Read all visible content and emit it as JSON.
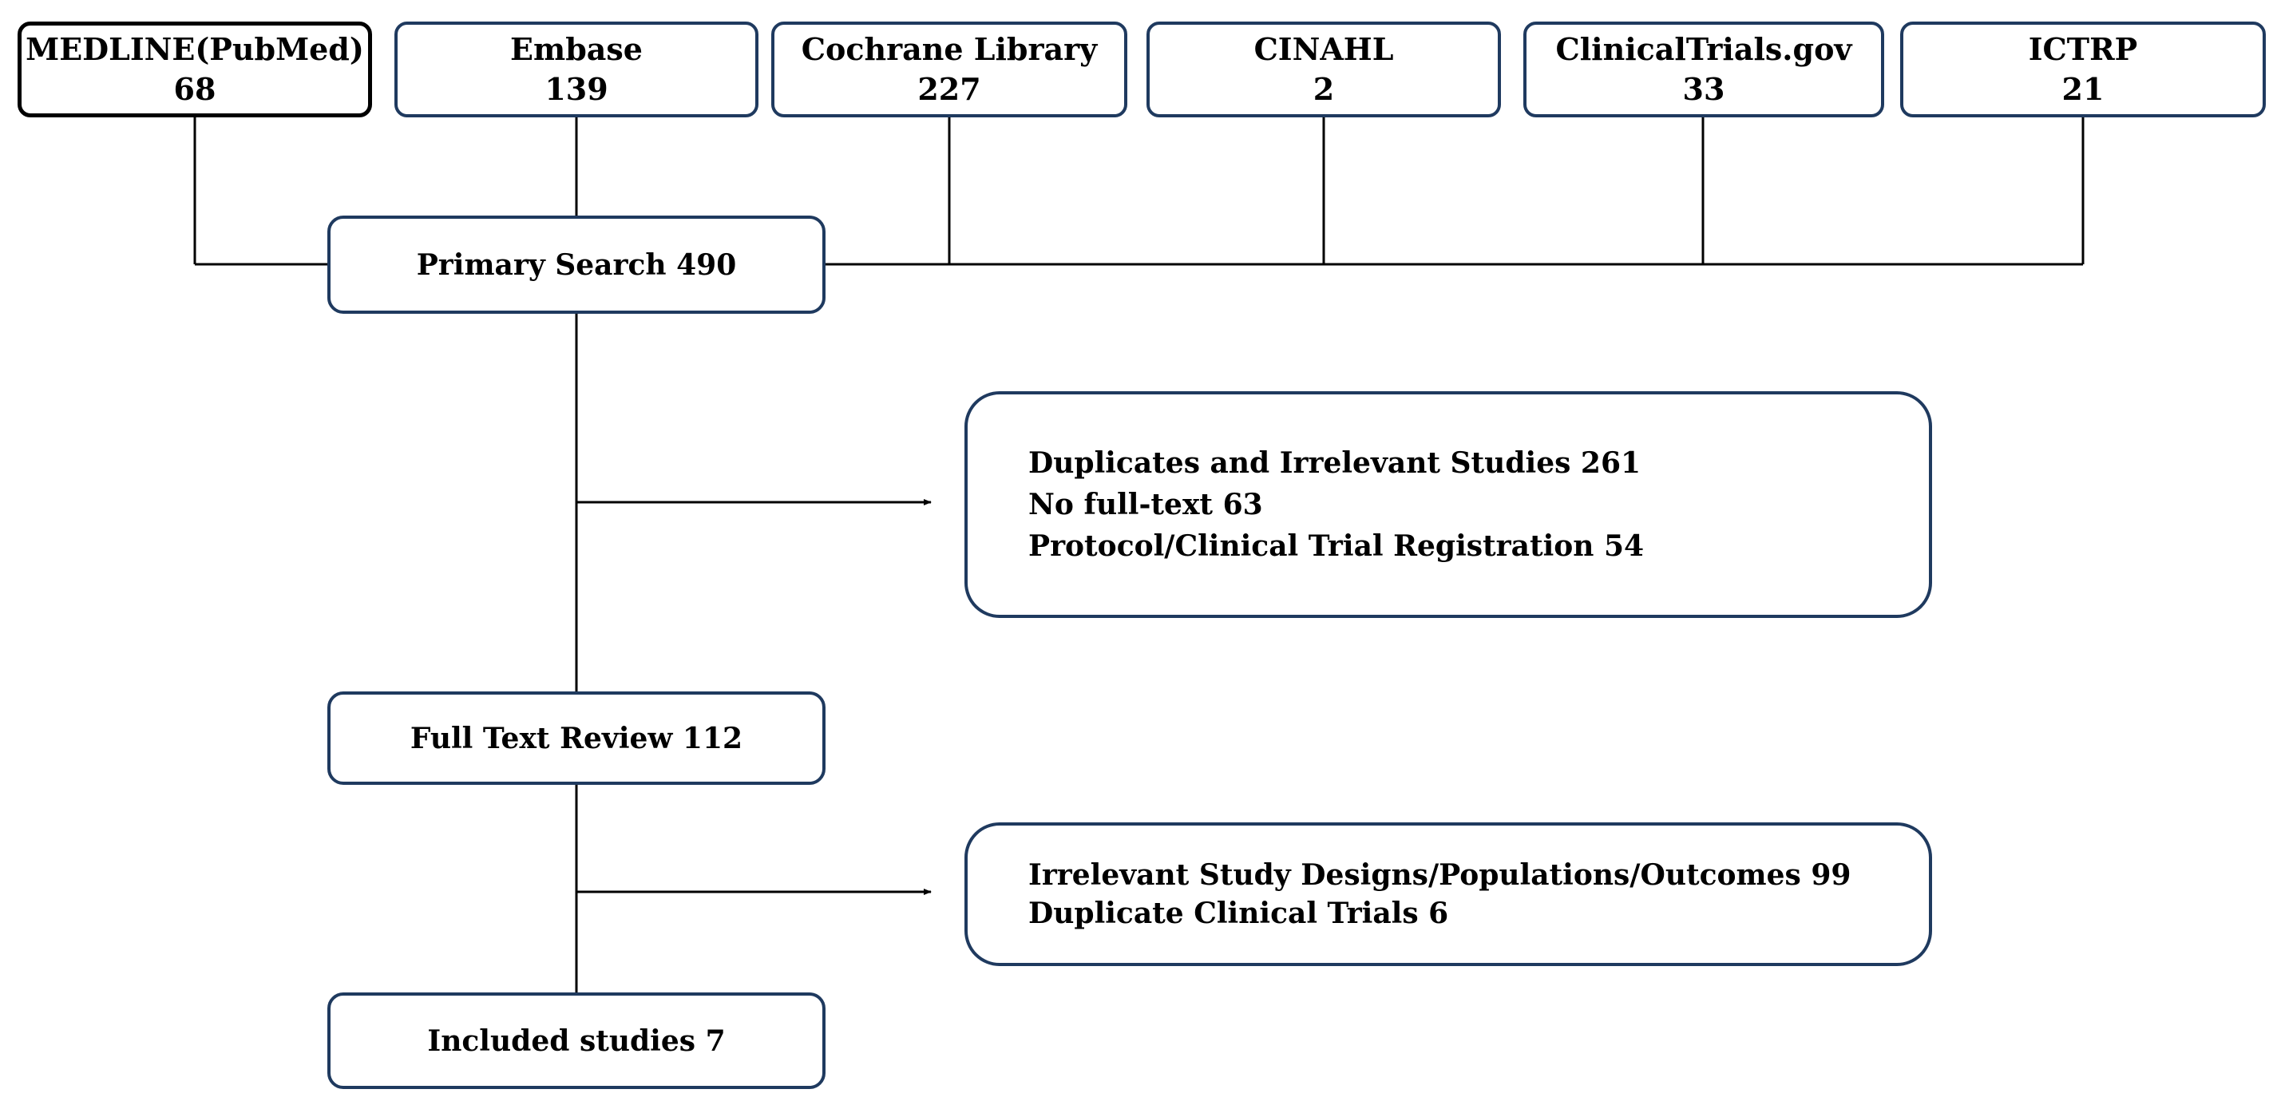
{
  "colors": {
    "box_border": "#1f3a5f",
    "first_source_border": "#000000",
    "connector": "#000000",
    "background": "#ffffff"
  },
  "sources": [
    {
      "name": "MEDLINE(PubMed)",
      "count": "68"
    },
    {
      "name": "Embase",
      "count": "139"
    },
    {
      "name": "Cochrane Library",
      "count": "227"
    },
    {
      "name": "CINAHL",
      "count": "2"
    },
    {
      "name": "ClinicalTrials.gov",
      "count": "33"
    },
    {
      "name": "ICTRP",
      "count": "21"
    }
  ],
  "primary_search": "Primary Search 490",
  "exclusion_1": [
    "Duplicates and Irrelevant Studies 261",
    "No full-text 63",
    "Protocol/Clinical Trial Registration 54"
  ],
  "full_text_review": "Full Text Review 112",
  "exclusion_2": [
    "Irrelevant Study Designs/Populations/Outcomes 99",
    "Duplicate Clinical Trials 6"
  ],
  "included_studies": "Included studies 7"
}
